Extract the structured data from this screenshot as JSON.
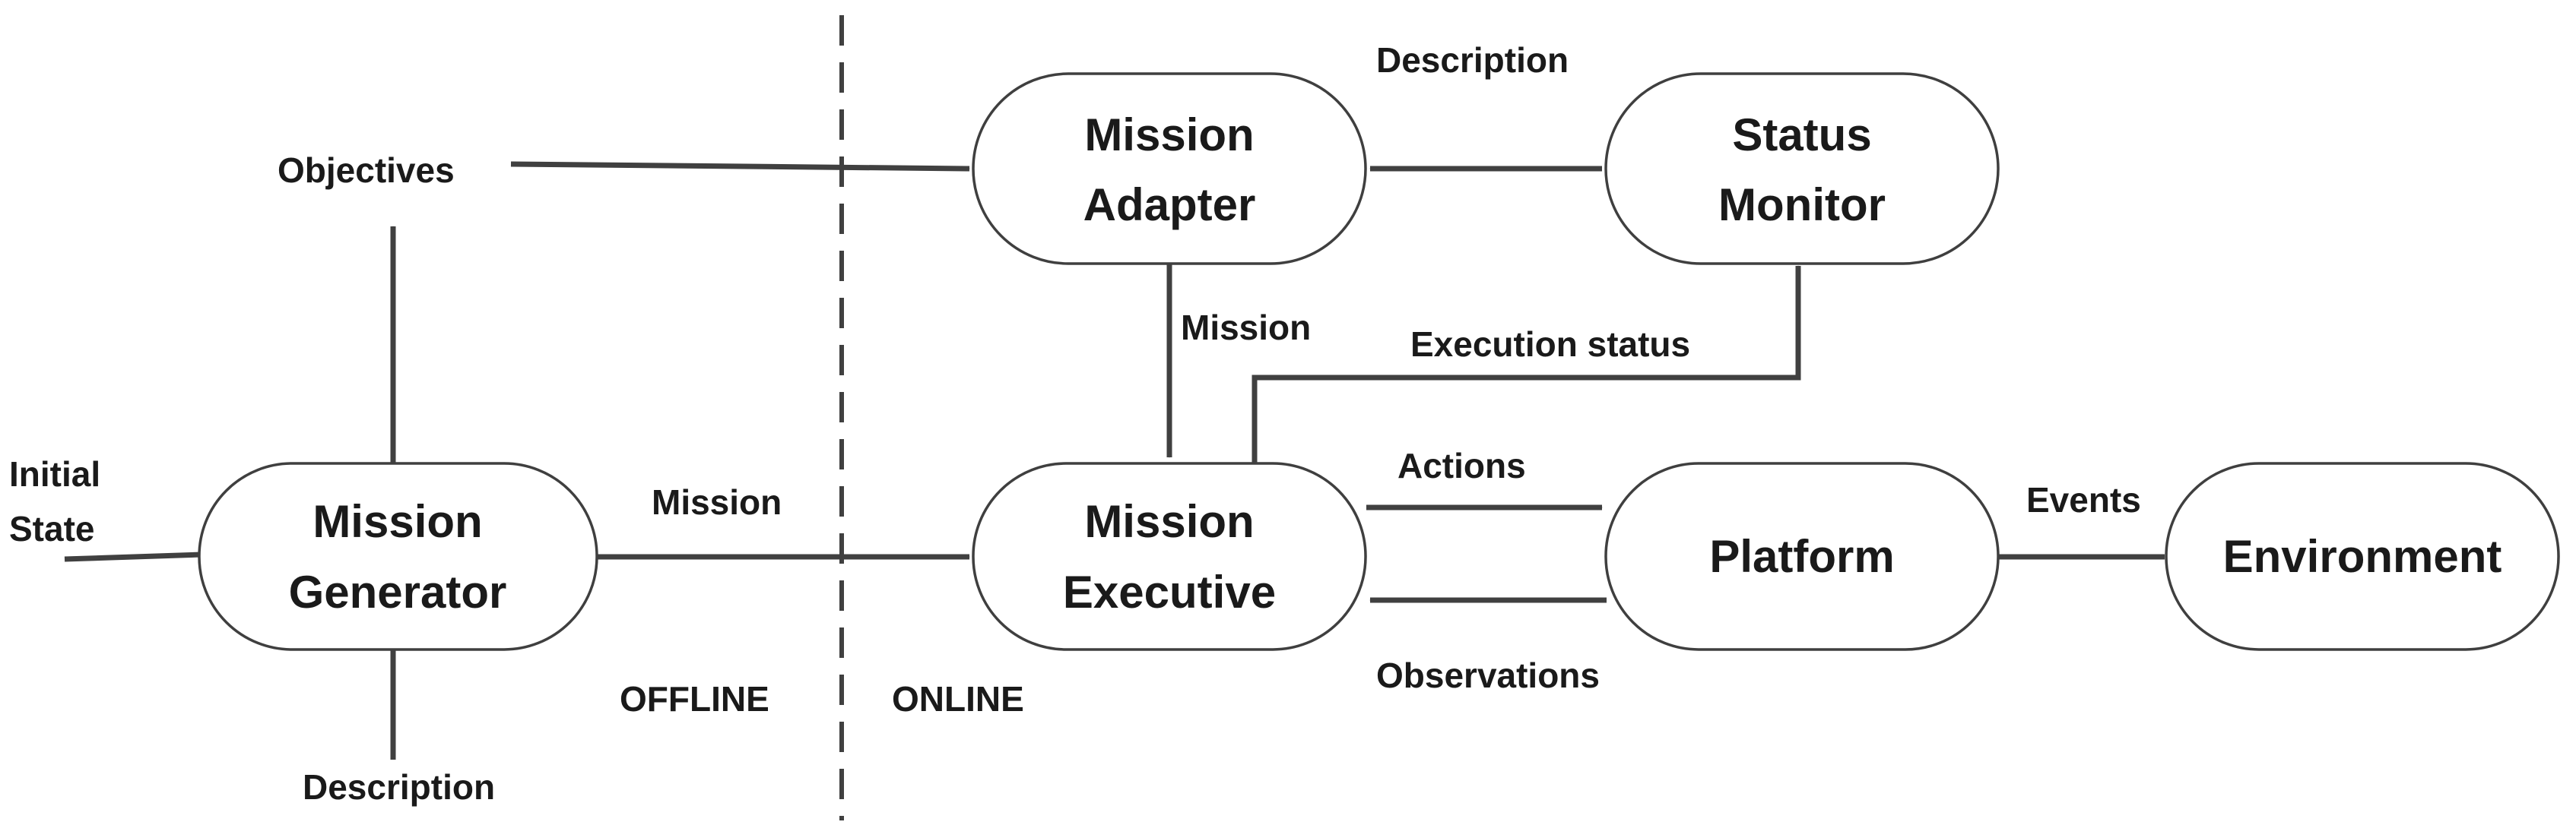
{
  "nodes": {
    "mission_adapter": [
      "Mission",
      "Adapter"
    ],
    "status_monitor": [
      "Status",
      "Monitor"
    ],
    "mission_generator": [
      "Mission",
      "Generator"
    ],
    "mission_executive": [
      "Mission",
      "Executive"
    ],
    "platform": [
      "Platform"
    ],
    "environment": [
      "Environment"
    ]
  },
  "labels": {
    "initial_state": [
      "Initial",
      "State"
    ],
    "objectives": "Objectives",
    "description_top": "Description",
    "description_bottom": "Description",
    "mission_down": "Mission",
    "mission_right": "Mission",
    "execution_status": "Execution status",
    "actions": "Actions",
    "observations": "Observations",
    "events": "Events",
    "offline": "OFFLINE",
    "online": "ONLINE"
  },
  "colors": {
    "line": "#404040",
    "node_border": "#3f3f3f",
    "text": "#1a1a1a",
    "background": "#ffffff"
  }
}
